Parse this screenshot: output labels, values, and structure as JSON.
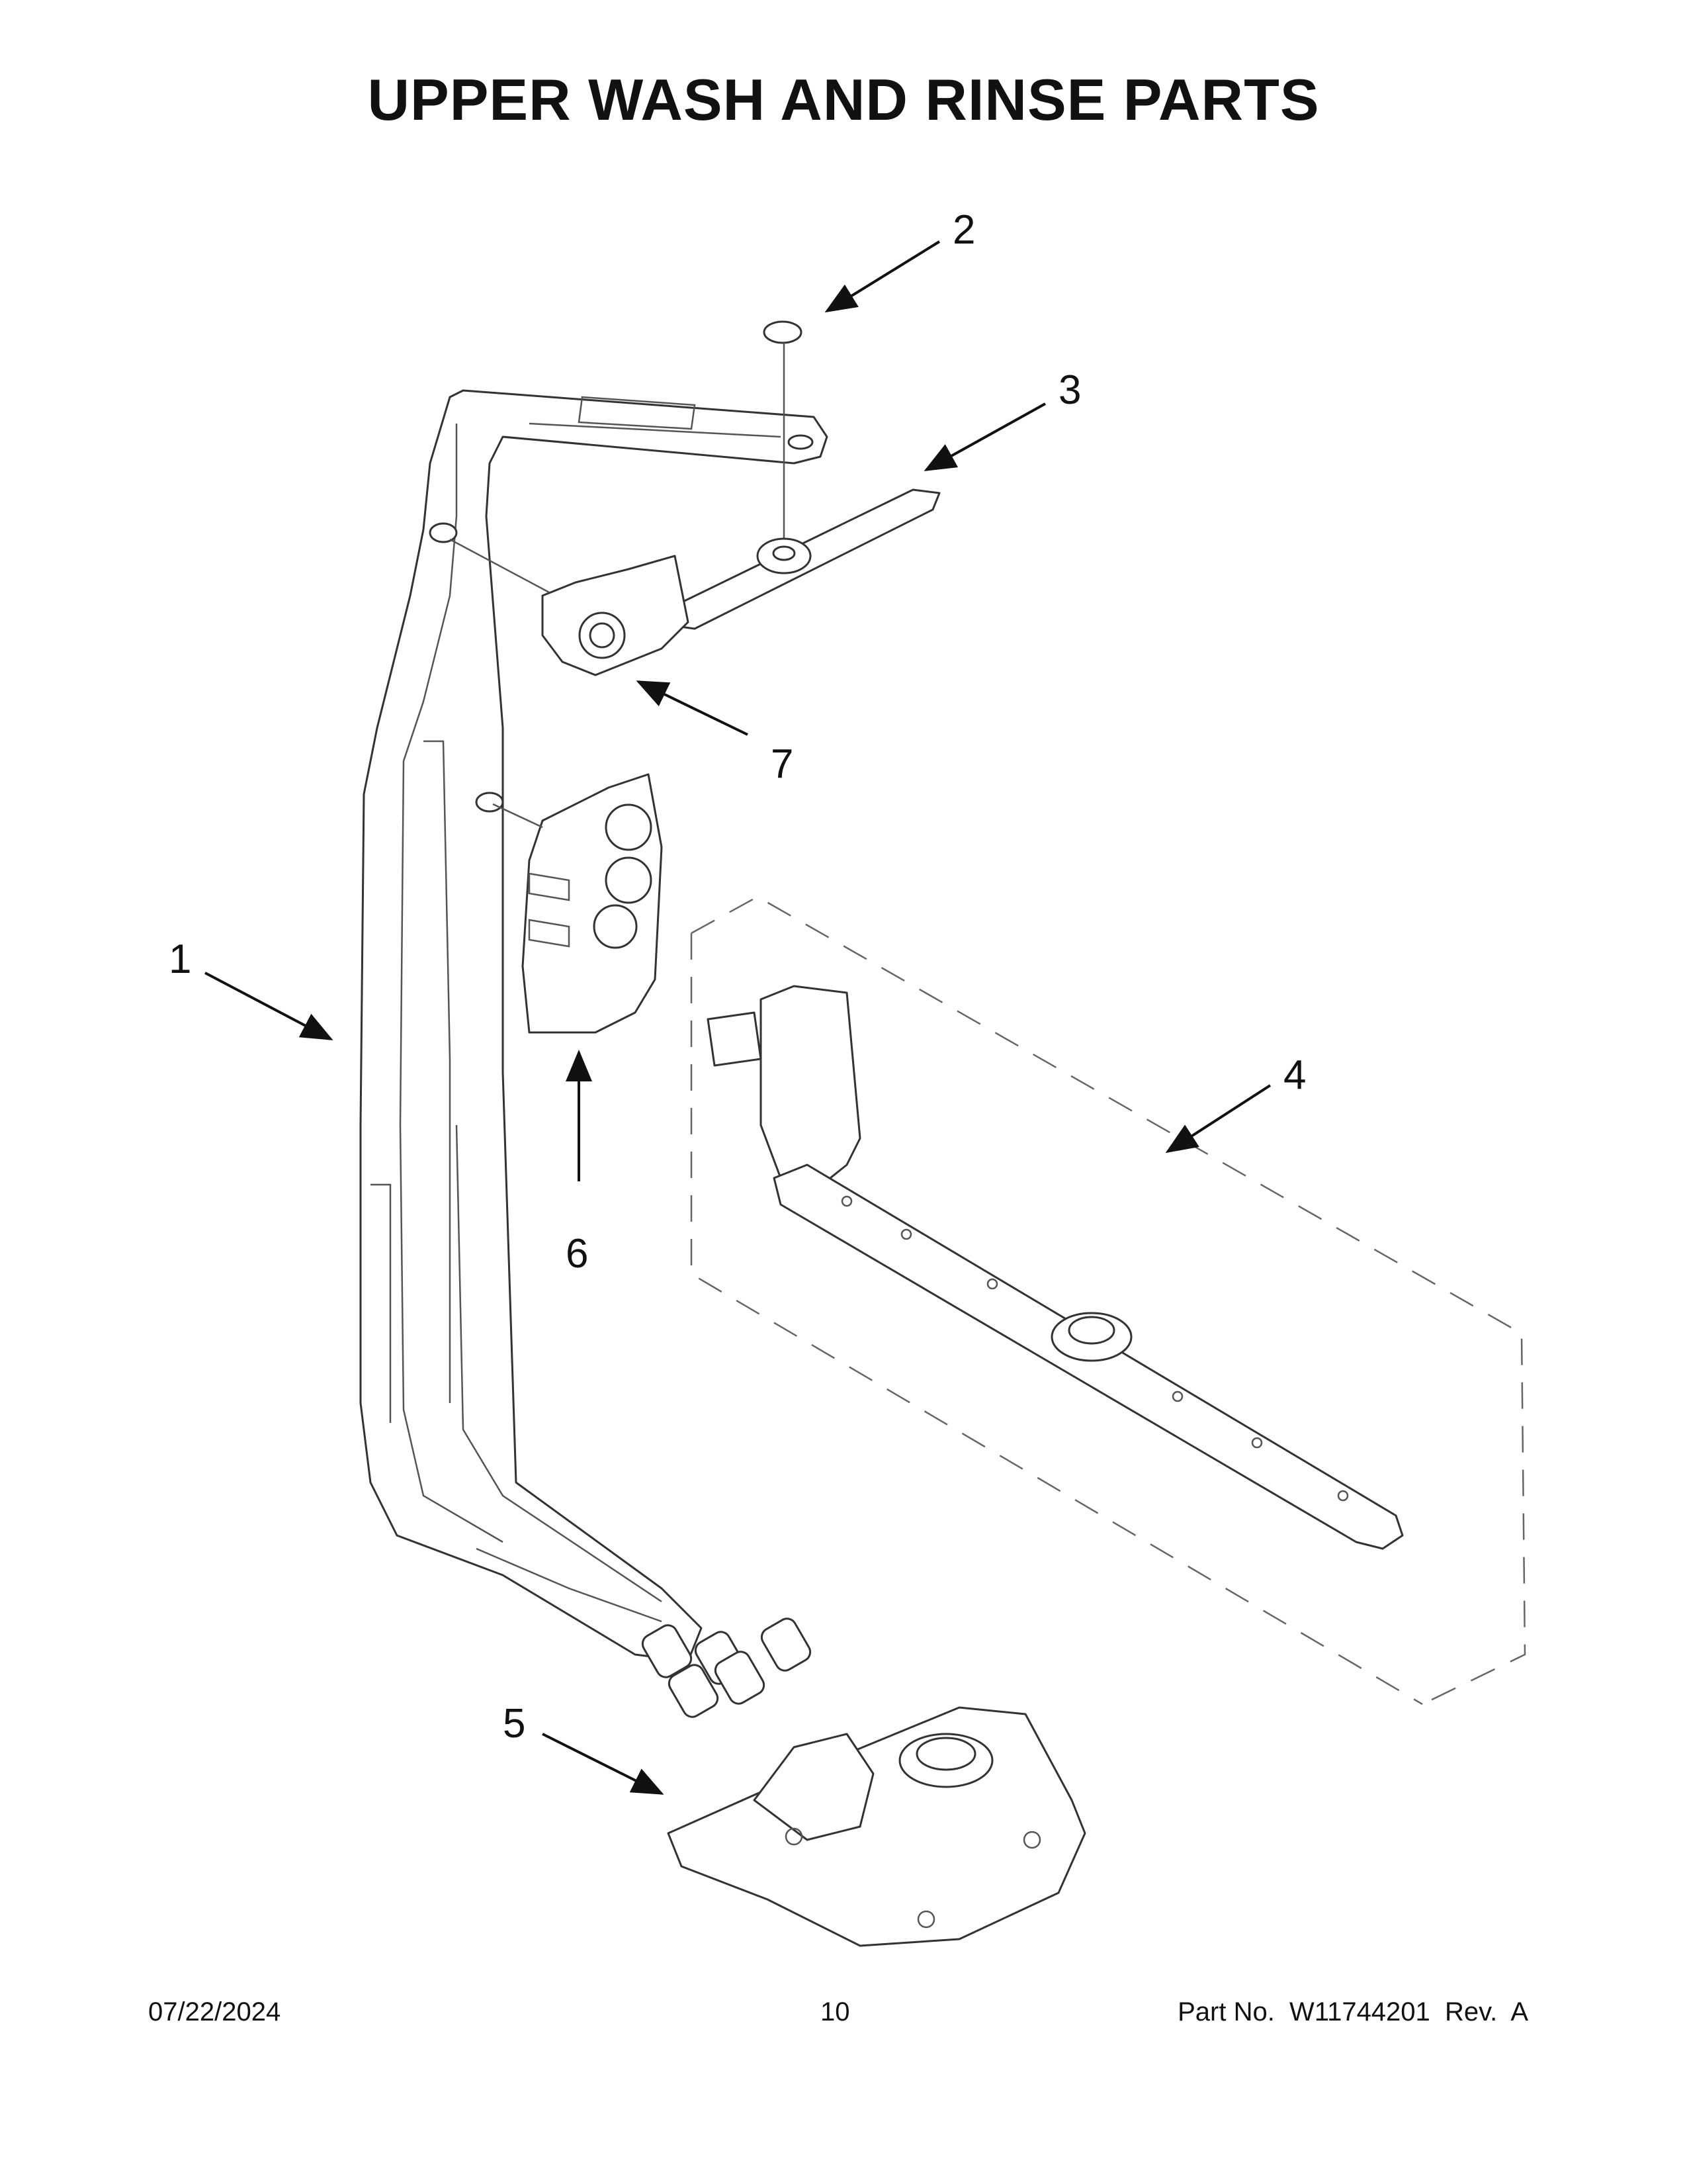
{
  "title": "UPPER WASH AND RINSE PARTS",
  "callouts": [
    {
      "id": "1",
      "label": "1"
    },
    {
      "id": "2",
      "label": "2"
    },
    {
      "id": "3",
      "label": "3"
    },
    {
      "id": "4",
      "label": "4"
    },
    {
      "id": "5",
      "label": "5"
    },
    {
      "id": "6",
      "label": "6"
    },
    {
      "id": "7",
      "label": "7"
    }
  ],
  "footer": {
    "date": "07/22/2024",
    "page": "10",
    "part_no": "Part No.  W11744201  Rev.  A"
  }
}
